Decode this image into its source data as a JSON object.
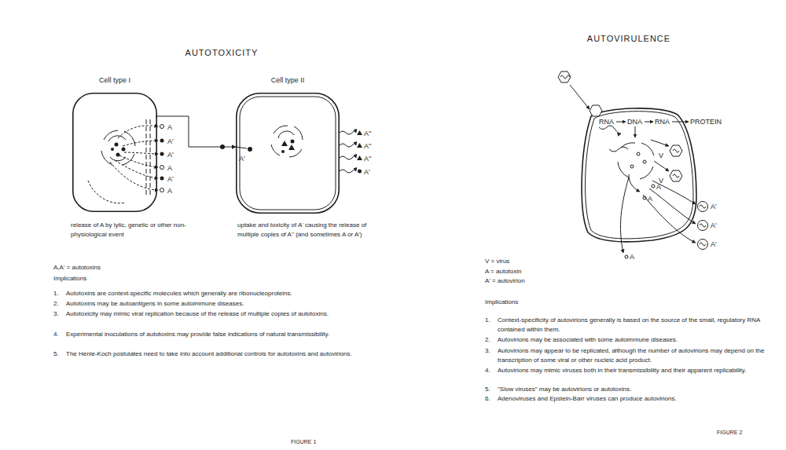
{
  "diagram": {
    "nodes": [
      {
        "text": [
          "Cell type I"
        ]
      },
      {
        "text": [
          "Cell type II"
        ]
      }
    ],
    "edges": [
      {
        "from": 0,
        "to": 1,
        "arrow": "to"
      }
    ],
    "labels": [
      "AUTOTOXICITY",
      "A",
      "A'",
      "A'",
      "A",
      "A'",
      "A",
      "A'",
      "A''",
      "A''",
      "A''",
      "A'",
      "release of A by lytic, genetic or other non-physiological event",
      "uptake and toxicity of A' causing the release of multiple copies of A'' (and sometimes A or A')",
      "A,A' = autotoxins",
      "Implications",
      "1.",
      "2.",
      "3.",
      "4.",
      "5.",
      "Autotoxins are context-specific molecules which generally are ribonucleoproteins.",
      "Autotoxins may be autoantigens in some autoimmune diseases.",
      "Autotoxicity may mimic viral replication because of the release of multiple copies of autotoxins.",
      "Experimental inoculations of autotoxins may provide false indications of natural transmissibility.",
      "The Henle-Koch postulates need to take into account additional controls for autotoxins and autovirions.",
      "FIGURE 1",
      "AUTOVIRULENCE",
      "RNA",
      "DNA",
      "RNA",
      "PROTEIN",
      "V",
      "V",
      "A",
      "A",
      "A'",
      "A'",
      "A'",
      "A",
      "V = virus",
      "A = autotoxin",
      "A' = autovirion",
      "Implications",
      "1.",
      "2.",
      "3.",
      "4.",
      "5.",
      "6.",
      "Context-specificity of autovirions generally is based on the source of the small, regulatory RNA contained within them.",
      "Autovirions may be associated with some autoimmune diseases.",
      "Autovirions may appear to be replicated, although the number of autovirions may depend on the transcription of some viral or other nucleic acid product.",
      "Autovirions may mimic viruses both in their transmissibility and their apparent replicability.",
      "\"Slow viruses\" may be autovirions or autotoxins.",
      "Adenoviruses and Epstein-Barr viruses can produce autovirions.",
      "FIGURE 2"
    ]
  }
}
